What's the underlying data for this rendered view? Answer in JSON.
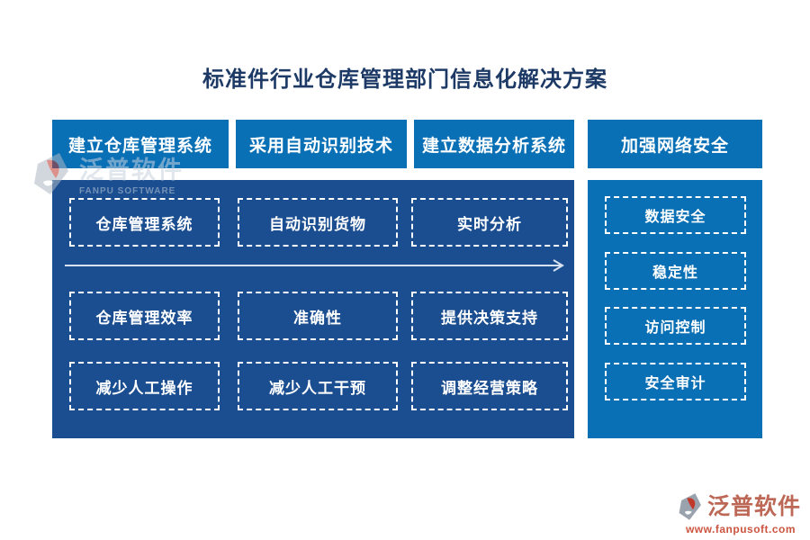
{
  "title": "标准件行业仓库管理部门信息化解决方案",
  "colors": {
    "header_blue": "#0a70b6",
    "left_panel_blue": "#1b4e91",
    "right_panel_blue": "#0a70b6",
    "title_navy": "#1d3a66",
    "arrow_color": "#d8e2f0",
    "box_border": "#ffffff",
    "logo_text_color": "#bd6856",
    "logo_url_color": "#cc5540"
  },
  "headers": [
    {
      "label": "建立仓库管理系统"
    },
    {
      "label": "采用自动识别技术"
    },
    {
      "label": "建立数据分析系统"
    },
    {
      "label": "加强网络安全"
    }
  ],
  "left_panel": {
    "rows": [
      {
        "items": [
          "仓库管理系统",
          "自动识别货物",
          "实时分析"
        ]
      },
      {
        "items": [
          "仓库管理效率",
          "准确性",
          "提供决策支持"
        ]
      },
      {
        "items": [
          "减少人工操作",
          "减少人工干预",
          "调整经营策略"
        ]
      }
    ],
    "arrow": "right-flow-arrow"
  },
  "right_panel": {
    "items": [
      "数据安全",
      "稳定性",
      "访问控制",
      "安全审计"
    ]
  },
  "watermark": {
    "name": "泛普软件",
    "subtitle": "FANPU SOFTWARE"
  },
  "footer_logo": {
    "name": "泛普软件",
    "url": "www.fanpusoft.com"
  }
}
